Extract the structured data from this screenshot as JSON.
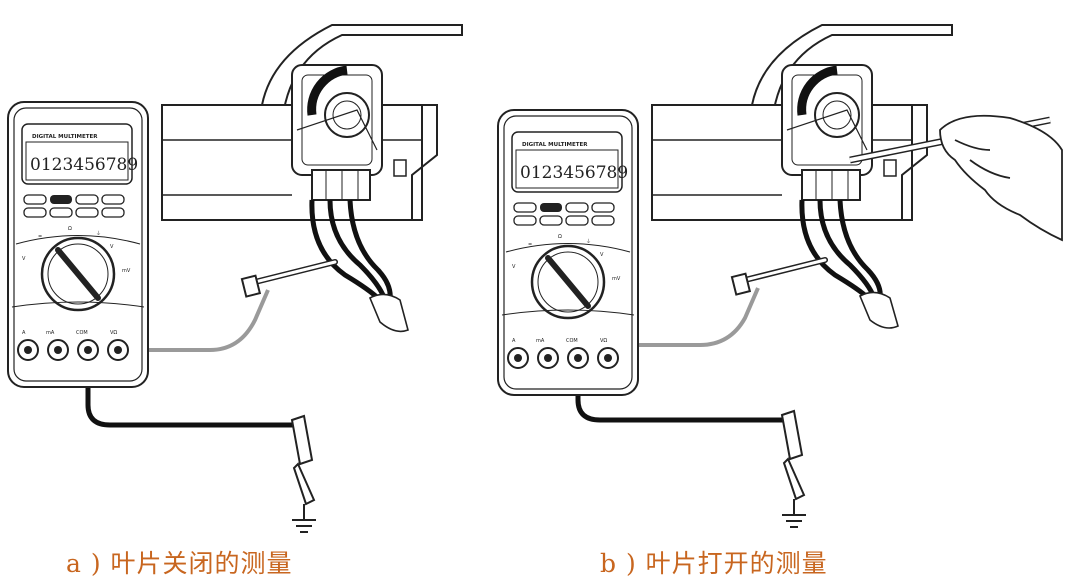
{
  "panels": [
    {
      "id": "a",
      "meter": {
        "brand": "DIGITAL MULTIMETER",
        "display": "0123456789"
      },
      "caption": "a ) 叶片关闭的测量"
    },
    {
      "id": "b",
      "meter": {
        "brand": "DIGITAL MULTIMETER",
        "display": "0123456789"
      },
      "caption": "b ) 叶片打开的测量"
    }
  ]
}
